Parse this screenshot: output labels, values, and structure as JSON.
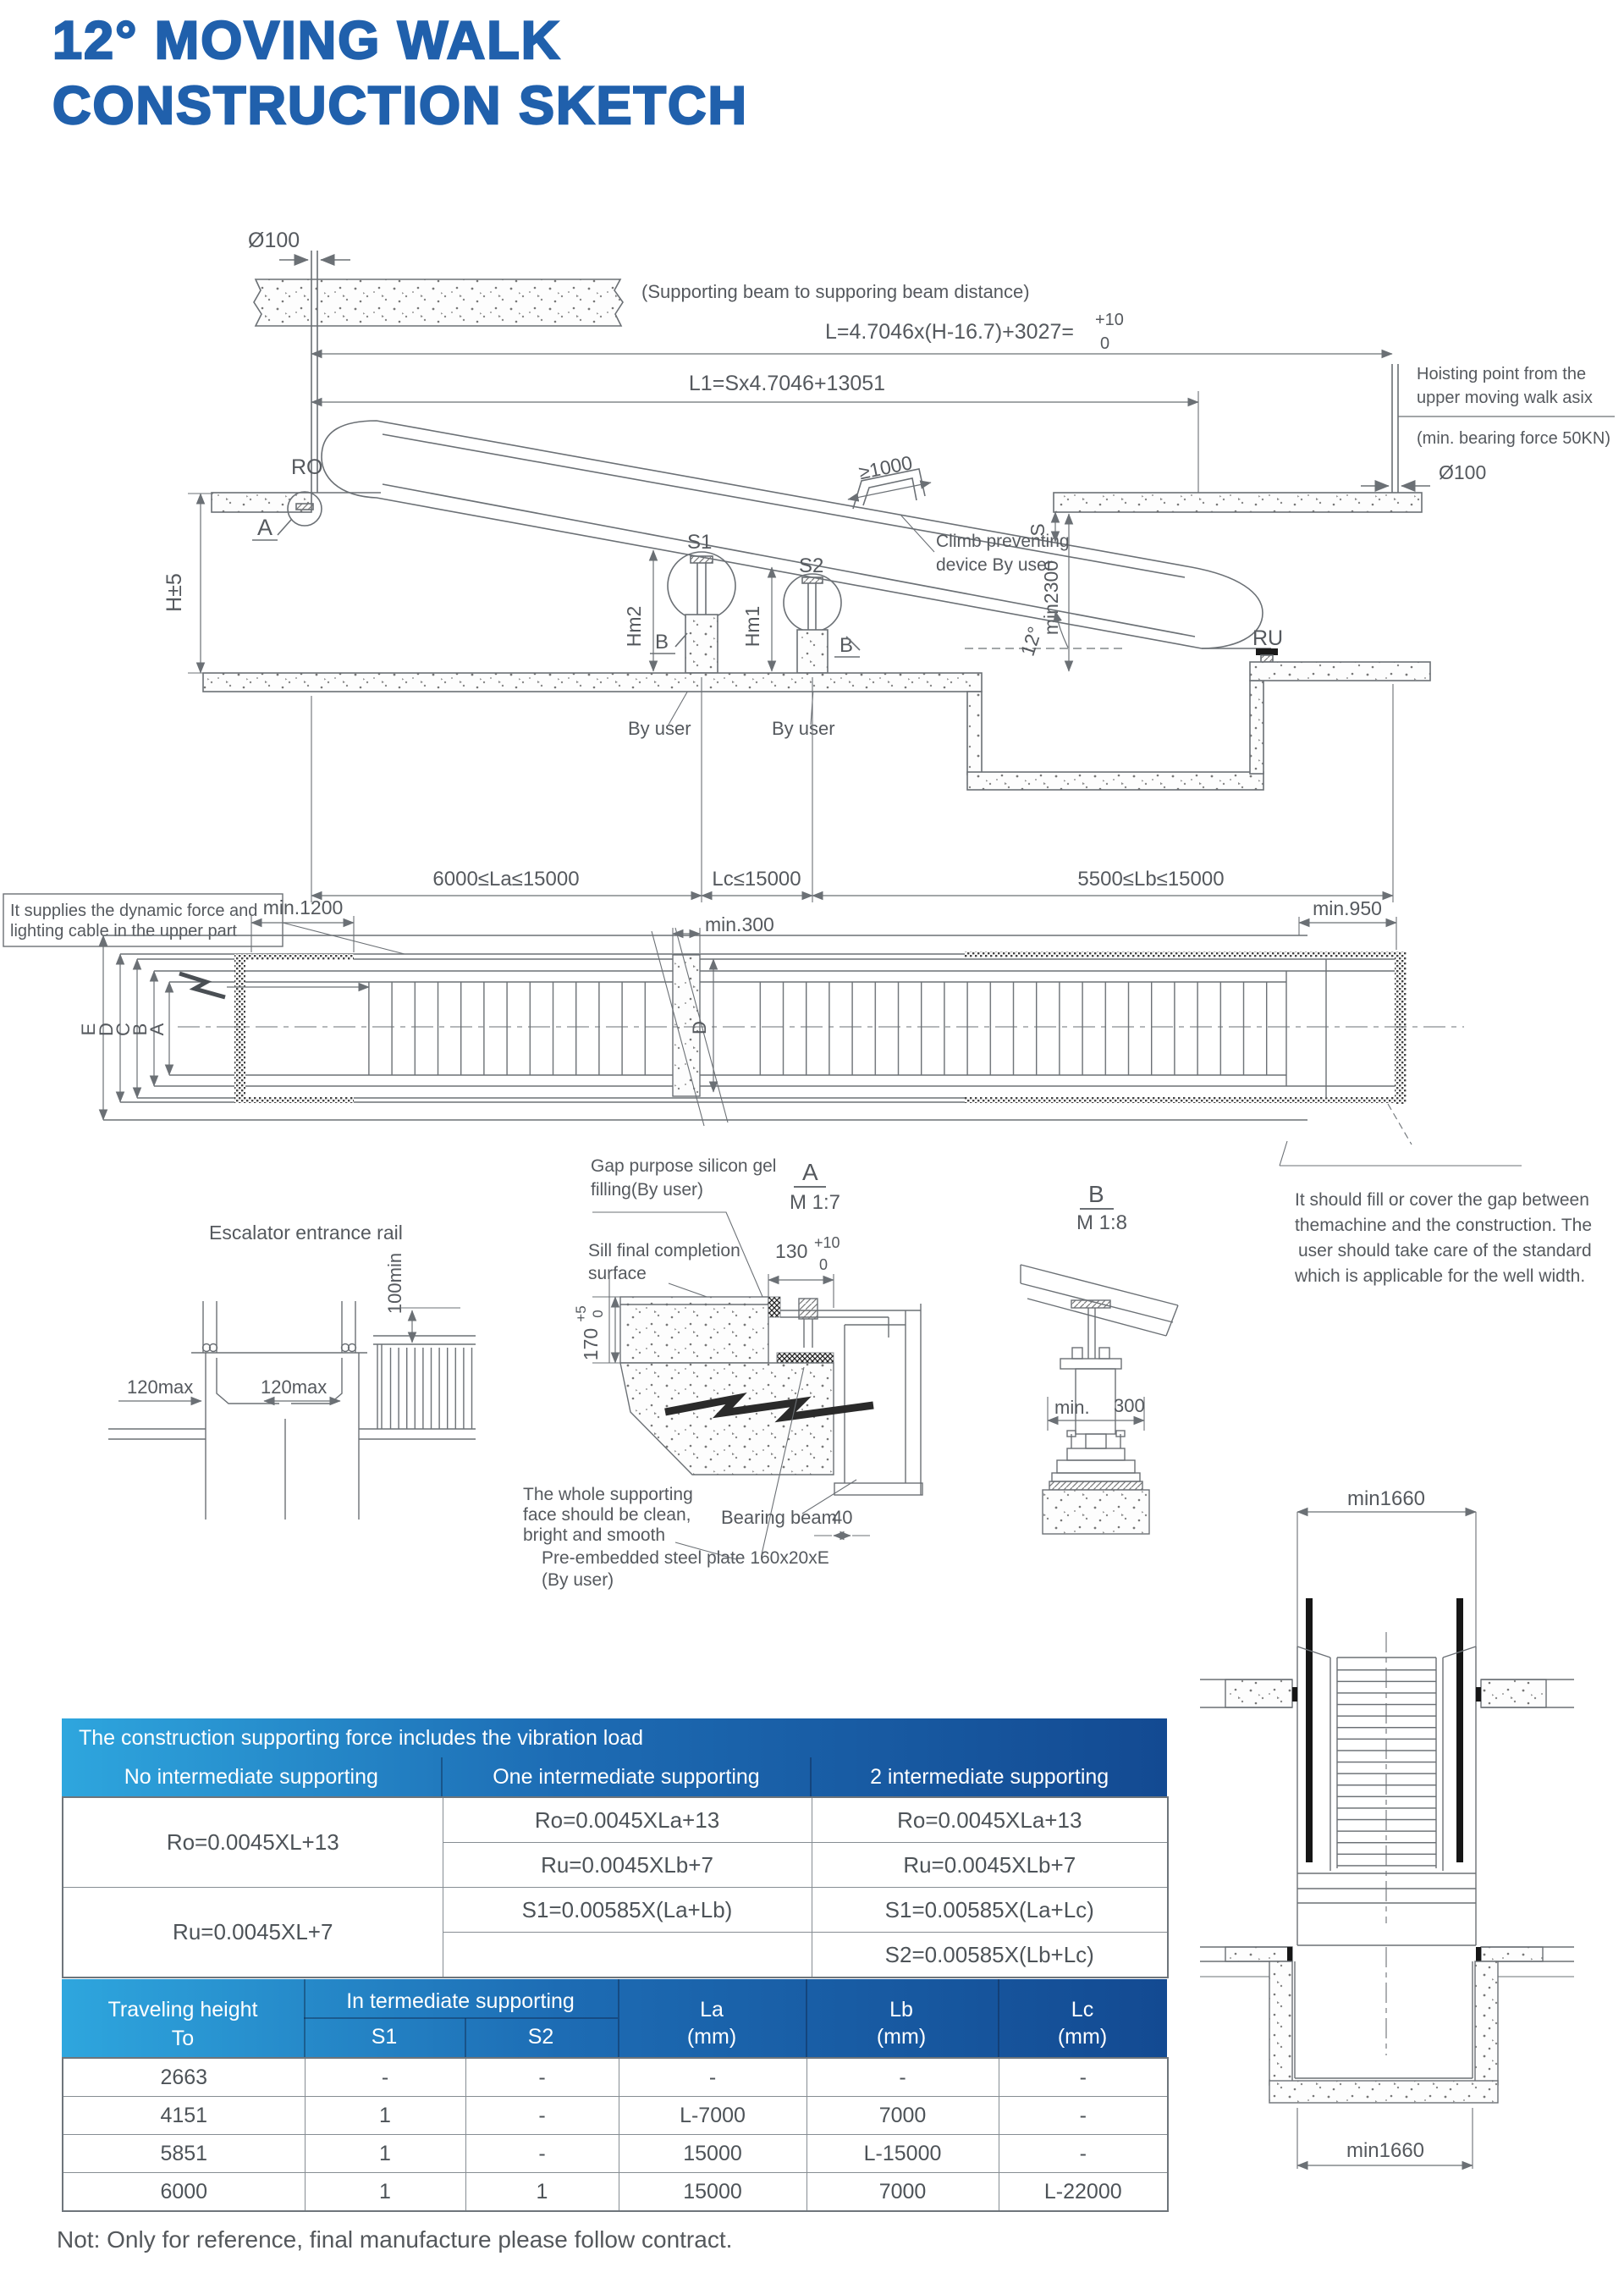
{
  "title": {
    "line1": "12° MOVING WALK",
    "line2": "CONSTRUCTION SKETCH"
  },
  "colors": {
    "accent": "#2060ac",
    "header_gradient_left": "#2ea6de",
    "header_gradient_right": "#134a92",
    "line": "#6b7075",
    "text": "#55595e"
  },
  "elevation": {
    "dia100": "Ø100",
    "beam_note": "(Supporting beam to supporing beam distance)",
    "formula_l": "L=4.7046x(H-16.7)+3027=",
    "tol_plus": "+10",
    "tol_zero": "0",
    "formula_l1": "L1=Sx4.7046+13051",
    "hoist1": "Hoisting point from the",
    "hoist2": "upper moving walk asix",
    "bearing": "(min. bearing force 50KN)",
    "ro": "RO",
    "ru": "RU",
    "a": "A",
    "b": "B",
    "h5": "H±5",
    "ge1000": "≥1000",
    "climb1": "Climb preventing",
    "climb2": "device By user",
    "s": "S",
    "min2300": "min2300",
    "deg12": "12°",
    "s1": "S1",
    "s2": "S2",
    "hm1": "Hm1",
    "hm2": "Hm2",
    "by_user": "By user",
    "la": "6000≤La≤15000",
    "lc": "Lc≤15000",
    "lb": "5500≤Lb≤15000"
  },
  "plan": {
    "supply1": "It supplies the dynamic force and",
    "supply2": "lighting cable in the upper part",
    "min1200": "min.1200",
    "min300": "min.300",
    "min950": "min.950",
    "e": "E",
    "d": "D",
    "c": "C",
    "b": "B",
    "a": "A",
    "d2": "D"
  },
  "details": {
    "entrance_title": "Escalator entrance rail",
    "max120": "120max",
    "min100": "100min",
    "gap1": "Gap purpose silicon gel",
    "gap2": "filling(By user)",
    "a_lbl": "A",
    "a_scale": "M 1:7",
    "b_lbl": "B",
    "b_scale": "M 1:8",
    "sill1": "Sill final completion",
    "sill2": "surface",
    "d130": "130",
    "tol10": "+10",
    "tol0": "0",
    "d170": "170",
    "tol5": "+5",
    "whole1": "The whole supporting",
    "whole2": "face should be clean,",
    "whole3": "bright and smooth",
    "bearing_beam": "Bearing beam",
    "d40": "40",
    "plate1": "Pre-embedded steel plate 160x20xE",
    "plate2": "(By user)",
    "fill1": "It should fill or cover the gap between",
    "fill2": "themachine and the construction. The",
    "fill3": "user should take care of the standard",
    "fill4": "which is applicable for the well width.",
    "min_lbl": "min.",
    "d300": "300",
    "min1660": "min1660"
  },
  "table1": {
    "title": "The construction supporting force includes the vibration load",
    "col_headers": [
      "No intermediate supporting",
      "One intermediate supporting",
      "2 intermediate supporting"
    ],
    "c1r12": "Ro=0.0045XL+13",
    "c1r34": "Ru=0.0045XL+7",
    "c2r1": "Ro=0.0045XLa+13",
    "c2r2": "Ru=0.0045XLb+7",
    "c2r3": "S1=0.00585X(La+Lb)",
    "c2r4": "",
    "c3r1": "Ro=0.0045XLa+13",
    "c3r2": "Ru=0.0045XLb+7",
    "c3r3": "S1=0.00585X(La+Lc)",
    "c3r4": "S2=0.00585X(Lb+Lc)"
  },
  "table2": {
    "h_travel": "Traveling height",
    "h_to": "To",
    "h_inter": "In termediate supporting",
    "h_s1": "S1",
    "h_s2": "S2",
    "h_la": "La",
    "h_lb": "Lb",
    "h_lc": "Lc",
    "h_mm": "(mm)",
    "rows": [
      [
        "2663",
        "-",
        "-",
        "-",
        "-",
        "-"
      ],
      [
        "4151",
        "1",
        "-",
        "L-7000",
        "7000",
        "-"
      ],
      [
        "5851",
        "1",
        "-",
        "15000",
        "L-15000",
        "-"
      ],
      [
        "6000",
        "1",
        "1",
        "15000",
        "7000",
        "L-22000"
      ]
    ]
  },
  "note": "Not: Only for reference, final manufacture please follow contract."
}
